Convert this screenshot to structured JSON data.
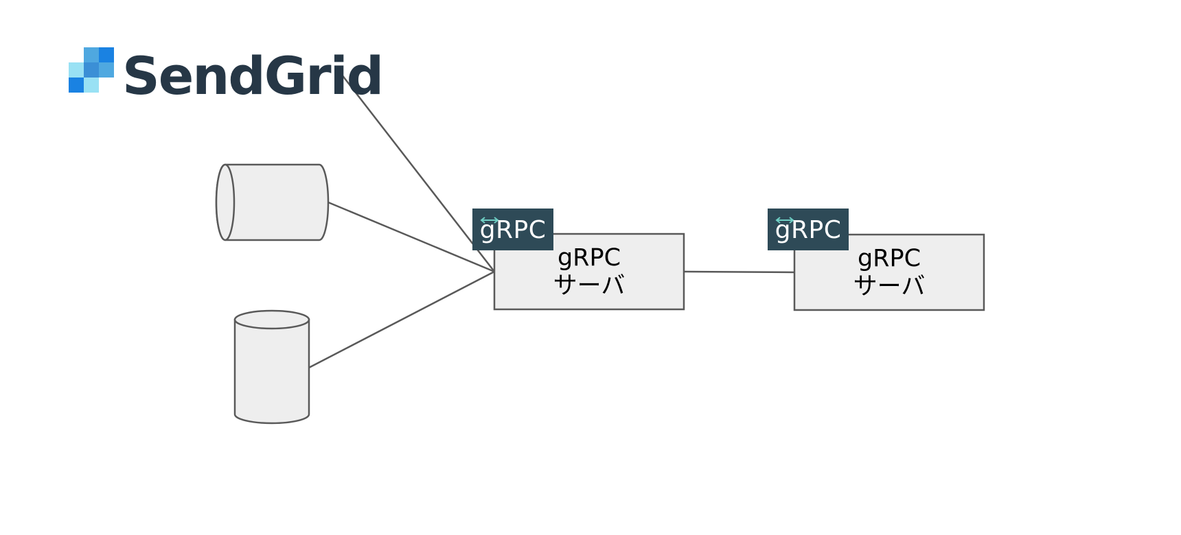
{
  "logo": {
    "text": "SendGrid",
    "text_color": "#263746",
    "square_colors": [
      "#4a90e2",
      "#1a82e2",
      "#99e1f4",
      "#00b2e3"
    ]
  },
  "badges": [
    {
      "text": "gRPC",
      "background": "#2e4a57",
      "icon_color": "#6fd0c5"
    },
    {
      "text": "gRPC",
      "background": "#2e4a57",
      "icon_color": "#6fd0c5"
    }
  ],
  "servers": [
    {
      "line1": "gRPC",
      "line2": "サーバ"
    },
    {
      "line1": "gRPC",
      "line2": "サーバ"
    }
  ],
  "colors": {
    "shape_fill": "#eeeeee",
    "stroke": "#595959"
  }
}
